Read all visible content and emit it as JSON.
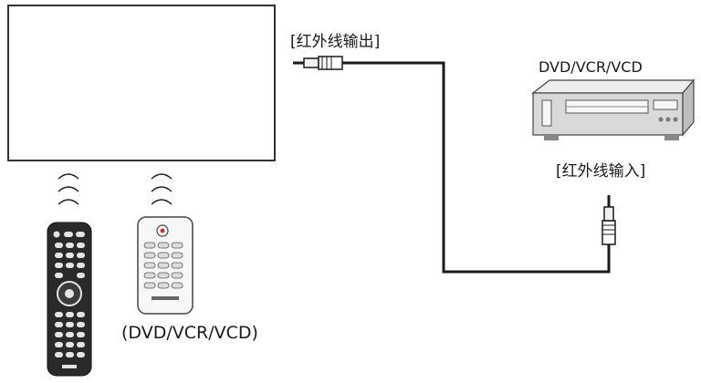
{
  "diagram": {
    "ir_out_label": "[红外线输出]",
    "device_label": "DVD/VCR/VCD",
    "ir_in_label": "[红外线输入]",
    "second_remote_label": "(DVD/VCR/VCD)"
  },
  "colors": {
    "line": "#1a1a1a",
    "display_border": "#333333",
    "remote_dark": "#2a2a2a",
    "remote_light": "#e6e6e6",
    "player_body": "#d9d9d9"
  },
  "icons": [
    "display-panel-icon",
    "ir-wave-icon",
    "remote-control-icon",
    "dvd-player-icon",
    "mono-jack-icon"
  ]
}
